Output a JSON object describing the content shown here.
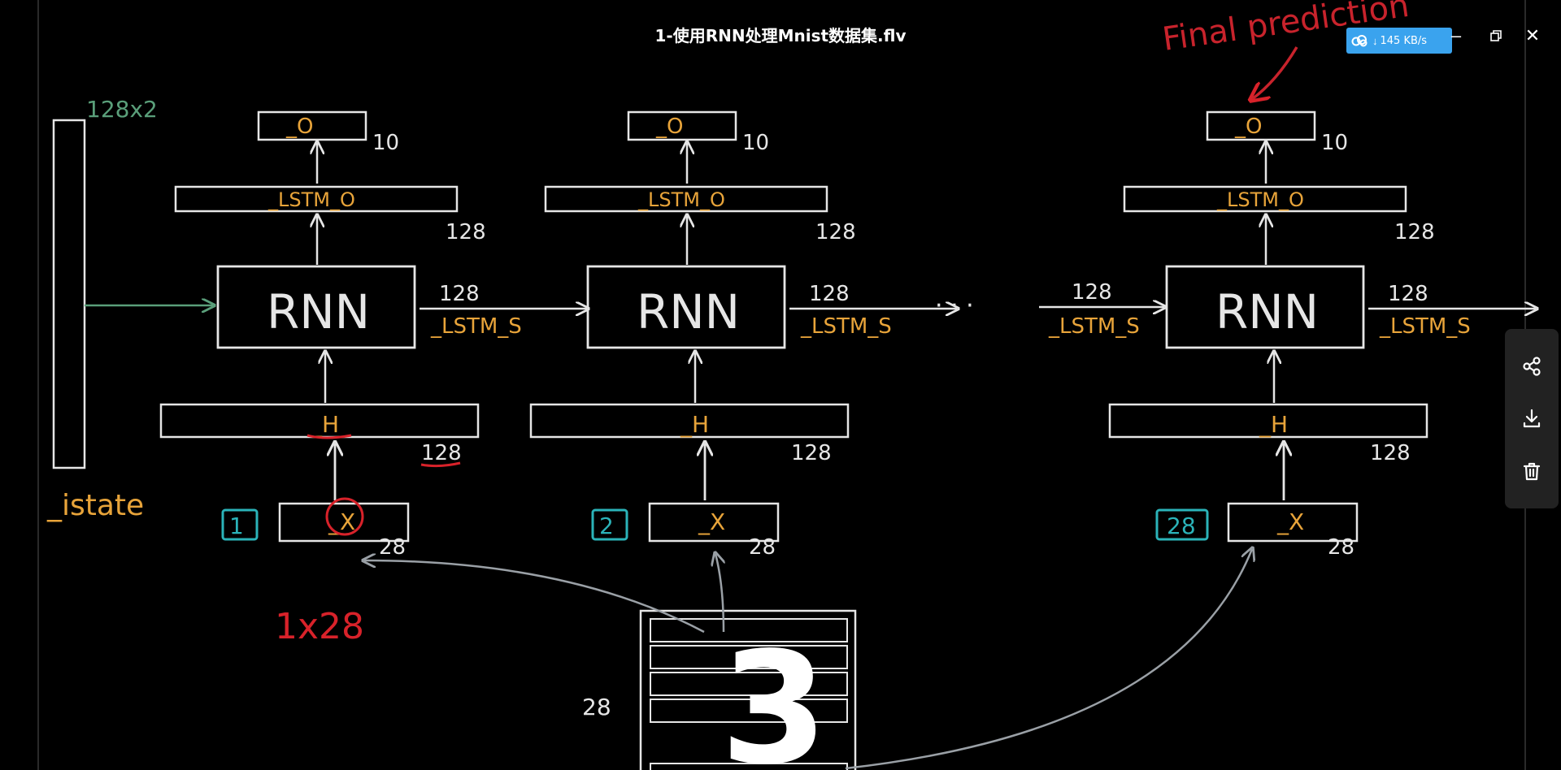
{
  "window": {
    "title": "1-使用RNN处理Mnist数据集.flv",
    "speed": "145 KB/s"
  },
  "side_tools": [
    {
      "name": "share-icon"
    },
    {
      "name": "download-icon"
    },
    {
      "name": "trash-icon"
    }
  ],
  "colors": {
    "chalk_white": "#e6e6e6",
    "chalk_orange": "#e8a43a",
    "chalk_red": "#d8222a",
    "chalk_teal": "#2bb3b9",
    "chalk_green": "#5a9f7a",
    "accent_blue": "#3aa3ee"
  },
  "board": {
    "final_prediction": "Final prediction",
    "istate_dim": "128x2",
    "istate_label": "_istate",
    "input_dim_note": "1x28",
    "image_digit": "3",
    "image_rows": "28",
    "ellipsis": "· · ·",
    "columns": [
      {
        "step": "1",
        "x_label": "_X",
        "x_dim": "28",
        "h_label": "_H",
        "h_dim": "128",
        "rnn_label": "RNN",
        "lstm_o_label": "_LSTM_O",
        "lstm_o_dim": "128",
        "o_label": "_O",
        "o_dim": "10",
        "state_label": "_LSTM_S",
        "state_dim": "128"
      },
      {
        "step": "2",
        "x_label": "_X",
        "x_dim": "28",
        "h_label": "_H",
        "h_dim": "128",
        "rnn_label": "RNN",
        "lstm_o_label": "_LSTM_O",
        "lstm_o_dim": "128",
        "o_label": "_O",
        "o_dim": "10",
        "state_label": "_LSTM_S",
        "state_dim": "128"
      },
      {
        "step": "28",
        "x_label": "_X",
        "x_dim": "28",
        "h_label": "_H",
        "h_dim": "128",
        "rnn_label": "RNN",
        "lstm_o_label": "_LSTM_O",
        "lstm_o_dim": "128",
        "o_label": "_O",
        "o_dim": "10",
        "state_label": "_LSTM_S",
        "state_dim": "128"
      }
    ],
    "incoming_state": {
      "label": "_LSTM_S",
      "dim": "128"
    }
  }
}
